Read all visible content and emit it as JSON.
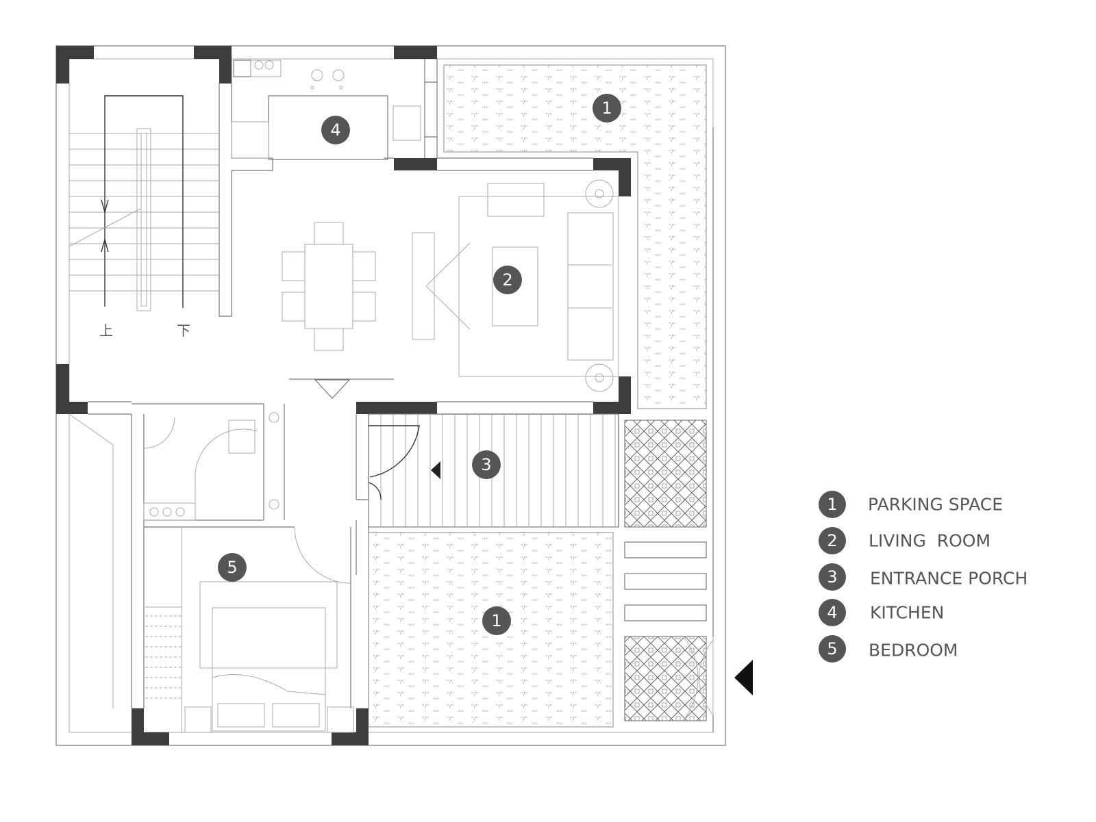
{
  "markers": [
    {
      "number": "1",
      "room": "parking-space"
    },
    {
      "number": "2",
      "room": "living-room"
    },
    {
      "number": "3",
      "room": "entrance-porch"
    },
    {
      "number": "4",
      "room": "kitchen"
    },
    {
      "number": "5",
      "room": "bedroom"
    },
    {
      "number": "1",
      "room": "parking-space"
    }
  ],
  "legend": [
    {
      "number": "1",
      "label": "PARKING SPACE"
    },
    {
      "number": "2",
      "label": "LIVING  ROOM"
    },
    {
      "number": "3",
      "label": "ENTRANCE PORCH"
    },
    {
      "number": "4",
      "label": "KITCHEN"
    },
    {
      "number": "5",
      "label": "BEDROOM"
    }
  ],
  "stairs": {
    "up": "上",
    "down": "下"
  },
  "colors": {
    "wall": "#3d3d3d",
    "marker": "#555555",
    "line": "#777777"
  }
}
